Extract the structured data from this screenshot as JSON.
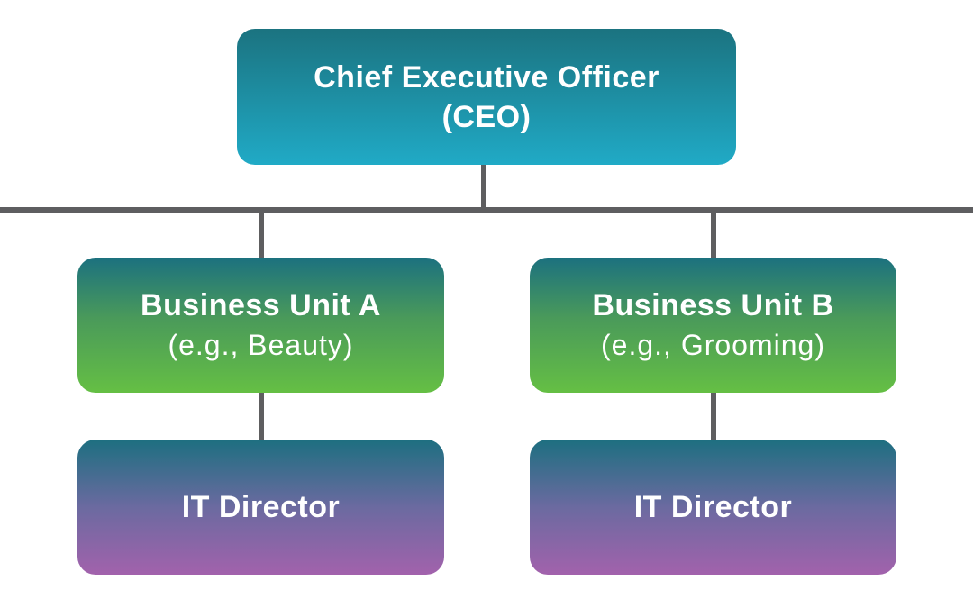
{
  "ceo": {
    "title": "Chief Executive Officer",
    "abbr": "(CEO)"
  },
  "units": [
    {
      "title": "Business Unit A",
      "example": "(e.g., Beauty)",
      "report": "IT Director"
    },
    {
      "title": "Business Unit B",
      "example": "(e.g., Grooming)",
      "report": "IT Director"
    }
  ],
  "colors": {
    "line": "#5e5e60",
    "ceo": [
      "#1b7380",
      "#20aac6"
    ],
    "unit": [
      "#1c717f",
      "#65bf44"
    ],
    "it": [
      "#1d6f80",
      "#a262ac"
    ]
  }
}
